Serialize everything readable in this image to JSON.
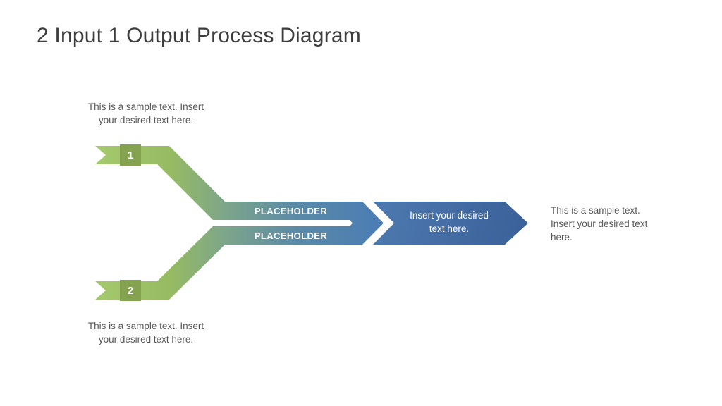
{
  "title": "2 Input 1 Output Process Diagram",
  "inputs": [
    {
      "number": "1",
      "caption_lines": [
        "This is a sample text. Insert",
        "your desired text here."
      ]
    },
    {
      "number": "2",
      "caption_lines": [
        "This is a sample text. Insert",
        "your desired text here."
      ]
    }
  ],
  "placeholder_bars": [
    {
      "label": "PLACEHOLDER"
    },
    {
      "label": "PLACEHOLDER"
    }
  ],
  "output": {
    "label_lines": [
      "Insert your desired",
      "text here."
    ],
    "caption_lines": [
      "This is a sample text.",
      "Insert your desired text",
      "here."
    ]
  },
  "colors": {
    "ribbon_green": "#9cbf63",
    "badge_green": "#84a24f",
    "teal_transition": "#7da58a",
    "bar_blue": "#4a7cb5",
    "arrow_blue": "#3f68a1",
    "title_gray": "#3d3d3d",
    "caption_gray": "#595959",
    "label_white": "#ffffff"
  }
}
